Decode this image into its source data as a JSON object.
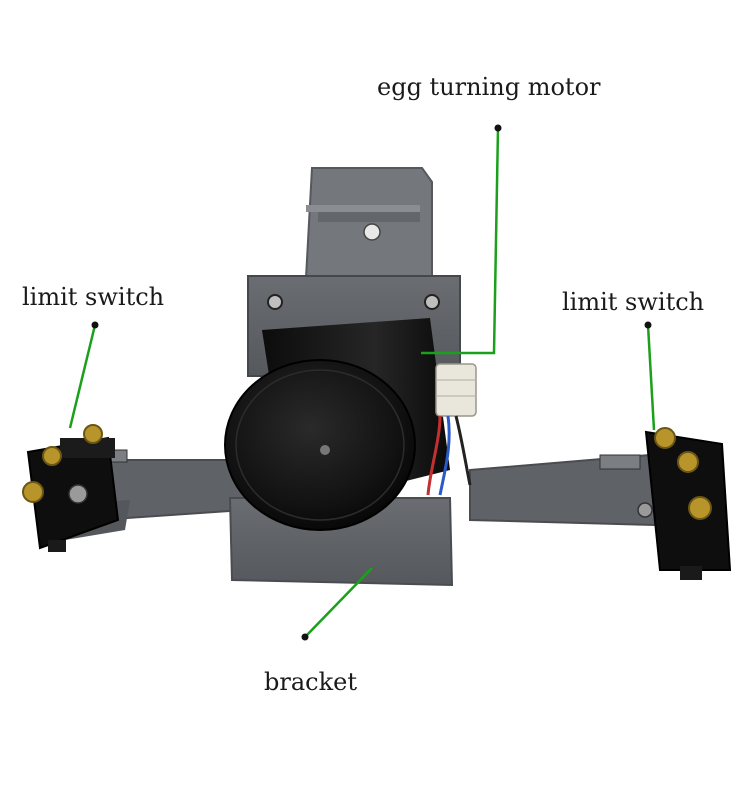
{
  "labels": {
    "motor": "egg turning motor",
    "limit_switch_left": "limit switch",
    "limit_switch_right": "limit switch",
    "bracket": "bracket"
  },
  "colors": {
    "leader_line": "#1aa01a",
    "leader_dot": "#111111",
    "bracket_plate": "#5f6266",
    "bracket_edge": "#4a4c50",
    "motor_body": "#111111",
    "motor_face": "#161616",
    "mount_plate": "#6e7175",
    "switch_body": "#0e0e0e",
    "brass": "#b8952a"
  },
  "icons": {
    "motor": "motor-icon",
    "switch": "limit-switch-icon",
    "bracket": "bracket-icon"
  }
}
